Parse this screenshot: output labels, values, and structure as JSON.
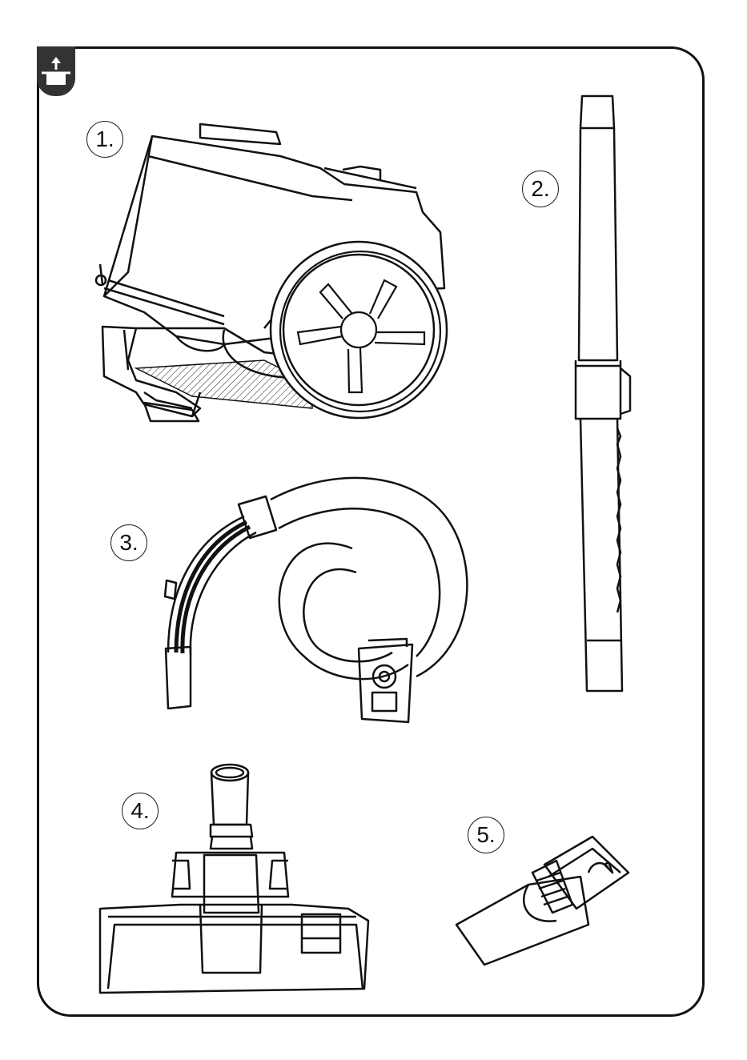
{
  "labels": [
    "1.",
    "2.",
    "3.",
    "4.",
    "5."
  ],
  "badge": {
    "icon": "unpack-box-icon",
    "color": "#333333"
  },
  "parts": [
    {
      "icon": "vacuum-body-icon"
    },
    {
      "icon": "telescopic-tube-icon"
    },
    {
      "icon": "hose-icon"
    },
    {
      "icon": "floor-brush-icon"
    },
    {
      "icon": "crevice-brush-icon"
    }
  ]
}
